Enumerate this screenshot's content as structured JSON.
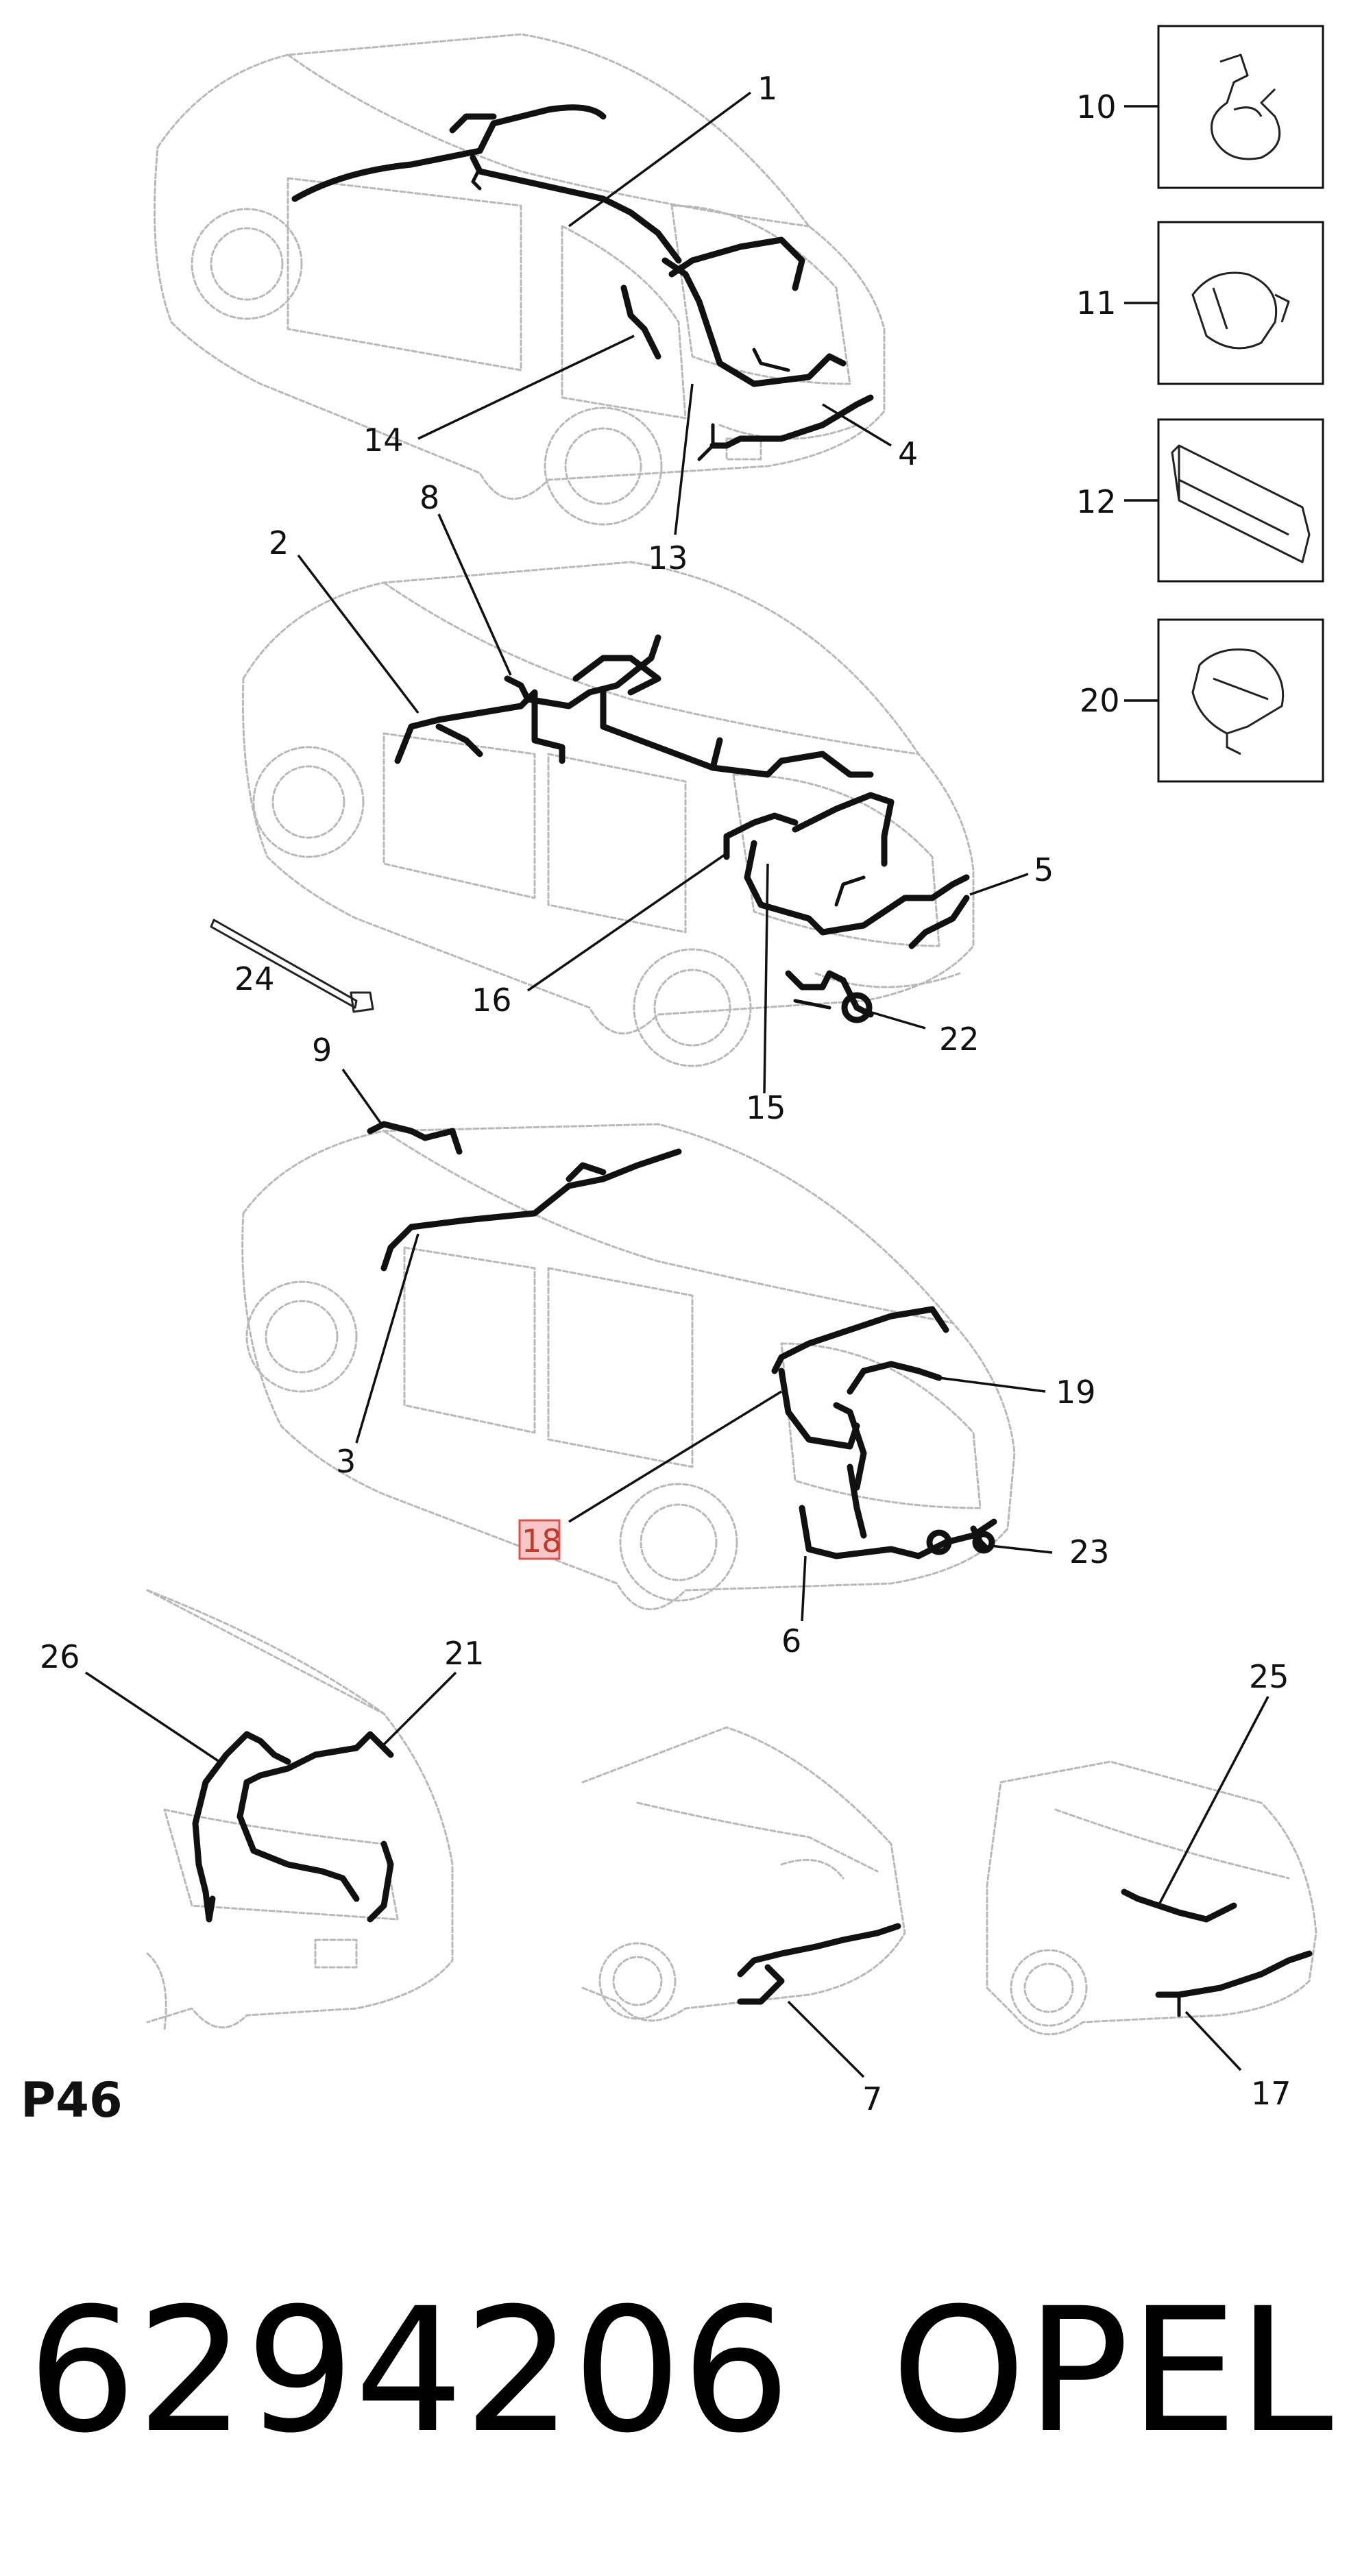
{
  "diagram": {
    "callouts": {
      "c1": "1",
      "c2": "2",
      "c3": "3",
      "c4": "4",
      "c5": "5",
      "c6": "6",
      "c7": "7",
      "c8": "8",
      "c9": "9",
      "c10": "10",
      "c11": "11",
      "c12": "12",
      "c13": "13",
      "c14": "14",
      "c15": "15",
      "c16": "16",
      "c17": "17",
      "c18": "18",
      "c19": "19",
      "c20": "20",
      "c21": "21",
      "c22": "22",
      "c23": "23",
      "c24": "24",
      "c25": "25",
      "c26": "26"
    },
    "highlighted_callout": "18",
    "page_code": "P46"
  },
  "footer": {
    "part_number": "6294206",
    "brand": "OPEL"
  },
  "colors": {
    "ink": "#111111",
    "car_outline": "#b9b9b9",
    "highlight": "#d9534f"
  }
}
